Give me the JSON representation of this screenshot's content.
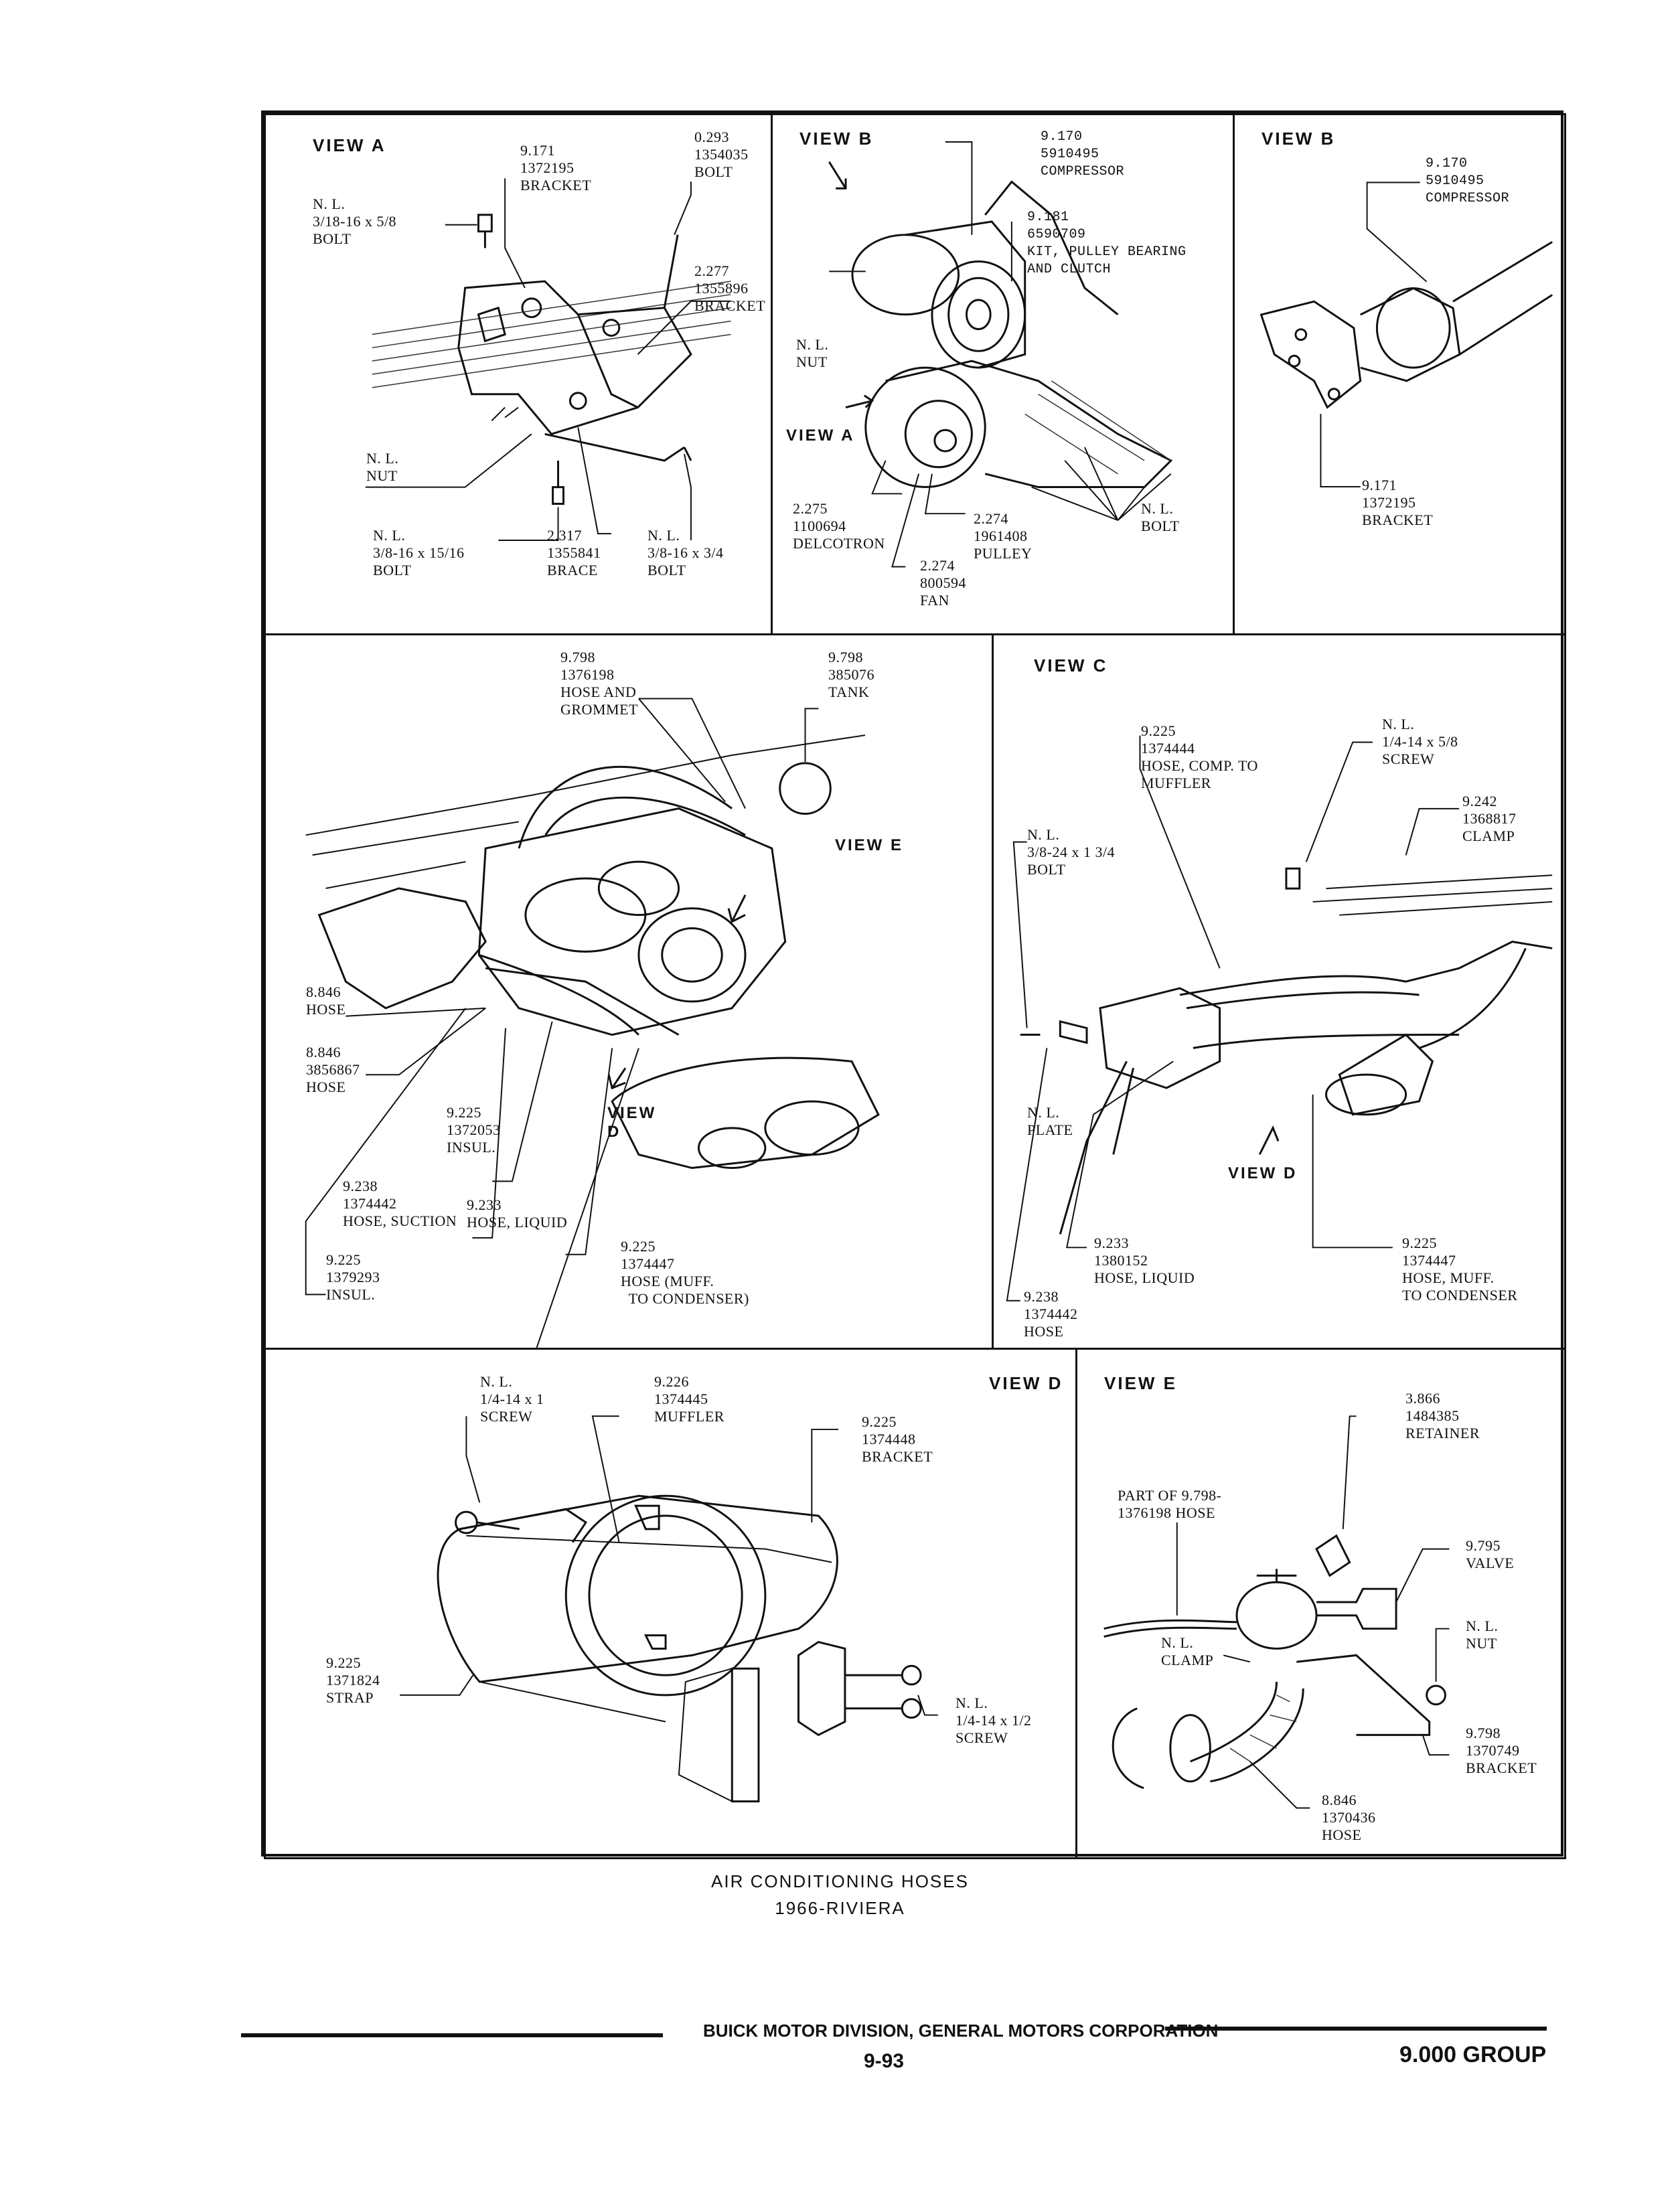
{
  "panels": {
    "view_a": {
      "title": "VIEW A",
      "labels": {
        "bracket_9171": "9.171\n1372195\nBRACKET",
        "bolt_0293": "0.293\n1354035\nBOLT",
        "bolt_nl_top": "N. L.\n3/18-16 x 5/8\nBOLT",
        "bracket_2277": "2.277\n1355896\nBRACKET",
        "nut_nl": "N. L.\nNUT",
        "bolt_nl_bottom": "N. L.\n3/8-16 x 15/16\nBOLT",
        "brace_2317": "2.317\n1355841\nBRACE",
        "bolt_nl_right": "N. L.\n3/8-16 x 3/4\nBOLT"
      }
    },
    "view_b_left": {
      "title": "VIEW B",
      "labels": {
        "compressor": "9.170\n5910495\nCOMPRESSOR",
        "kit": "9.181\n6590709\nKIT, PULLEY BEARING\nAND CLUTCH",
        "nut": "N. L.\nNUT",
        "view_a_arrow": "VIEW A",
        "delcotron": "2.275\n1100694\nDELCOTRON",
        "pulley": "2.274\n1961408\nPULLEY",
        "fan": "2.274\n800594\nFAN",
        "bolt": "N. L.\nBOLT"
      }
    },
    "view_b_right": {
      "title": "VIEW B",
      "labels": {
        "compressor": "9.170\n5910495\nCOMPRESSOR",
        "bracket": "9.171\n1372195\nBRACKET"
      }
    },
    "engine": {
      "labels": {
        "hose_grommet": "9.798\n1376198\nHOSE AND\nGROMMET",
        "tank": "9.798\n385076\nTANK",
        "view_e": "VIEW E",
        "hose_8846": "8.846\nHOSE",
        "hose_8846_b": "8.846\n3856867\nHOSE",
        "insul_9225": "9.225\n1372053\nINSUL.",
        "view_d": "VIEW\nD",
        "hose_suction": "9.238\n1374442\nHOSE, SUCTION",
        "hose_liquid": "9.233\nHOSE, LIQUID",
        "insul_bottom": "9.225\n1379293\nINSUL.",
        "hose_muff": "9.225\n1374447\nHOSE (MUFF.\n  TO CONDENSER)"
      }
    },
    "view_c": {
      "title": "VIEW C",
      "labels": {
        "hose_comp": "9.225\n1374444\nHOSE, COMP. TO\nMUFFLER",
        "screw": "N. L.\n1/4-14 x 5/8\nSCREW",
        "clamp": "9.242\n1368817\nCLAMP",
        "bolt": "N. L.\n3/8-24 x 1 3/4\nBOLT",
        "plate": "N. L.\nPLATE",
        "view_d": "VIEW D",
        "hose_liquid": "9.233\n1380152\nHOSE, LIQUID",
        "hose_muff": "9.225\n1374447\nHOSE, MUFF.\nTO CONDENSER",
        "hose_9238": "9.238\n1374442\nHOSE"
      }
    },
    "view_d": {
      "title": "VIEW D",
      "labels": {
        "screw_top": "N. L.\n1/4-14 x 1\nSCREW",
        "muffler": "9.226\n1374445\nMUFFLER",
        "bracket": "9.225\n1374448\nBRACKET",
        "strap": "9.225\n1371824\nSTRAP",
        "screw_right": "N. L.\n1/4-14 x 1/2\nSCREW"
      }
    },
    "view_e": {
      "title": "VIEW E",
      "labels": {
        "retainer": "3.866\n1484385\nRETAINER",
        "part_of": "PART OF 9.798-\n1376198 HOSE",
        "valve": "9.795\nVALVE",
        "nut": "N. L.\nNUT",
        "clamp": "N. L.\nCLAMP",
        "bracket": "9.798\n1370749\nBRACKET",
        "hose": "8.846\n1370436\nHOSE"
      }
    }
  },
  "caption": {
    "line1": "AIR CONDITIONING HOSES",
    "line2": "1966-RIVIERA"
  },
  "footer": {
    "division": "BUICK MOTOR DIVISION, GENERAL MOTORS CORPORATION",
    "page": "9-93",
    "group": "9.000 GROUP"
  }
}
